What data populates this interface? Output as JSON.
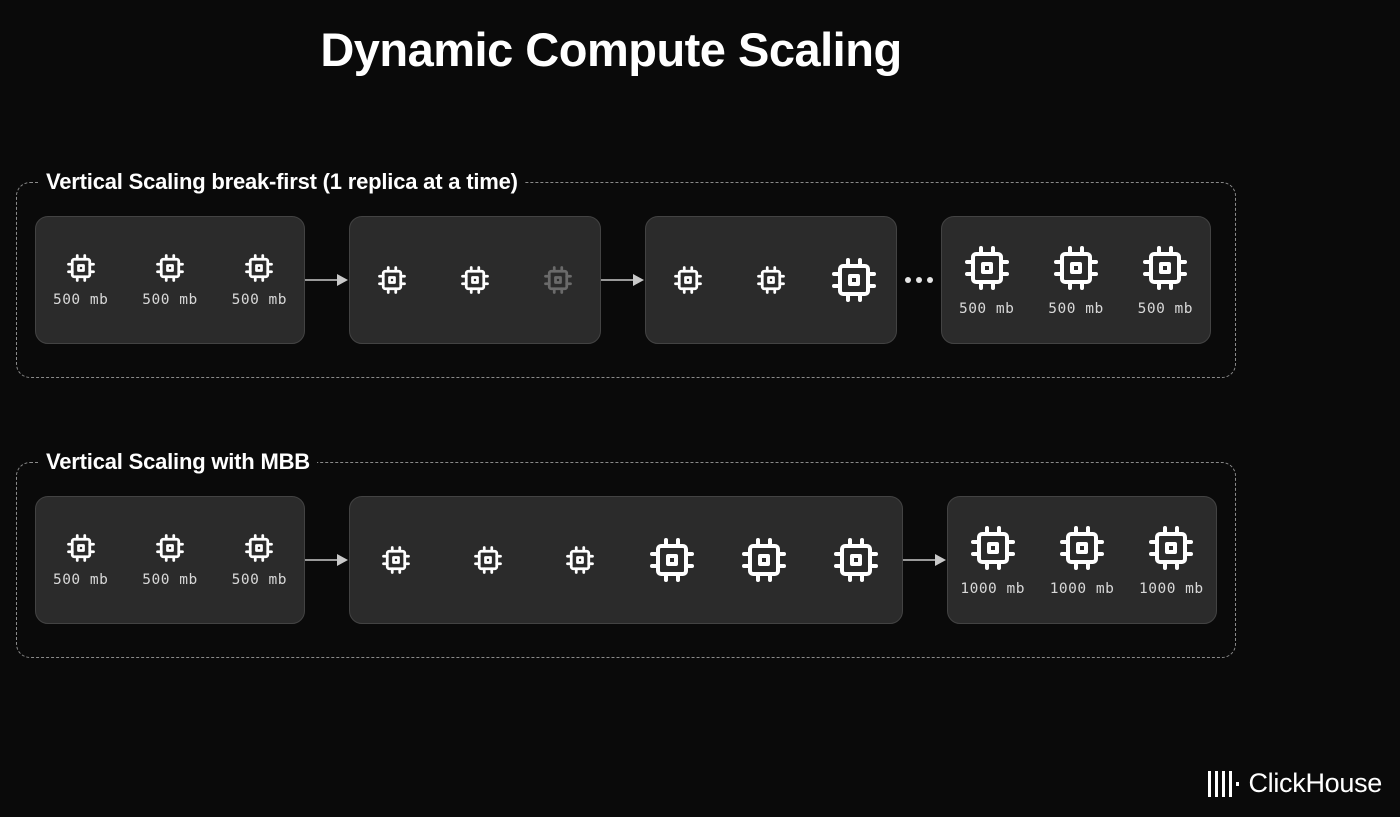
{
  "slide": {
    "title": "Dynamic Compute Scaling",
    "background_color": "#0a0a0a",
    "card_color": "#2b2b2b",
    "text_color": "#ffffff",
    "dim_color": "#6a6a6a",
    "border_color": "#8a8a8a"
  },
  "groups": [
    {
      "id": "break-first",
      "legend": "Vertical Scaling break-first (1 replica at a time)",
      "stages": [
        {
          "id": "bf-stage-1",
          "chips": [
            {
              "size": "small",
              "state": "active",
              "label": "500 mb"
            },
            {
              "size": "small",
              "state": "active",
              "label": "500 mb"
            },
            {
              "size": "small",
              "state": "active",
              "label": "500 mb"
            }
          ]
        },
        {
          "id": "bf-stage-2",
          "chips": [
            {
              "size": "small",
              "state": "active",
              "label": ""
            },
            {
              "size": "small",
              "state": "active",
              "label": ""
            },
            {
              "size": "small",
              "state": "dim",
              "label": ""
            }
          ]
        },
        {
          "id": "bf-stage-3",
          "chips": [
            {
              "size": "small",
              "state": "active",
              "label": ""
            },
            {
              "size": "small",
              "state": "active",
              "label": ""
            },
            {
              "size": "large",
              "state": "active",
              "label": ""
            }
          ]
        },
        {
          "id": "bf-stage-4",
          "chips": [
            {
              "size": "large",
              "state": "active",
              "label": "500 mb"
            },
            {
              "size": "large",
              "state": "active",
              "label": "500 mb"
            },
            {
              "size": "large",
              "state": "active",
              "label": "500 mb"
            }
          ]
        }
      ],
      "connectors": [
        "arrow",
        "arrow",
        "ellipsis"
      ]
    },
    {
      "id": "mbb",
      "legend": "Vertical Scaling with MBB",
      "stages": [
        {
          "id": "mbb-stage-1",
          "chips": [
            {
              "size": "small",
              "state": "active",
              "label": "500 mb"
            },
            {
              "size": "small",
              "state": "active",
              "label": "500 mb"
            },
            {
              "size": "small",
              "state": "active",
              "label": "500 mb"
            }
          ]
        },
        {
          "id": "mbb-stage-2",
          "chips": [
            {
              "size": "small",
              "state": "active",
              "label": ""
            },
            {
              "size": "small",
              "state": "active",
              "label": ""
            },
            {
              "size": "small",
              "state": "active",
              "label": ""
            },
            {
              "size": "large",
              "state": "active",
              "label": ""
            },
            {
              "size": "large",
              "state": "active",
              "label": ""
            },
            {
              "size": "large",
              "state": "active",
              "label": ""
            }
          ]
        },
        {
          "id": "mbb-stage-3",
          "chips": [
            {
              "size": "large",
              "state": "active",
              "label": "1000 mb"
            },
            {
              "size": "large",
              "state": "active",
              "label": "1000 mb"
            },
            {
              "size": "large",
              "state": "active",
              "label": "1000 mb"
            }
          ]
        }
      ],
      "connectors": [
        "arrow",
        "arrow"
      ]
    }
  ],
  "logo": {
    "wordmark": "ClickHouse",
    "bar_count": 4
  }
}
